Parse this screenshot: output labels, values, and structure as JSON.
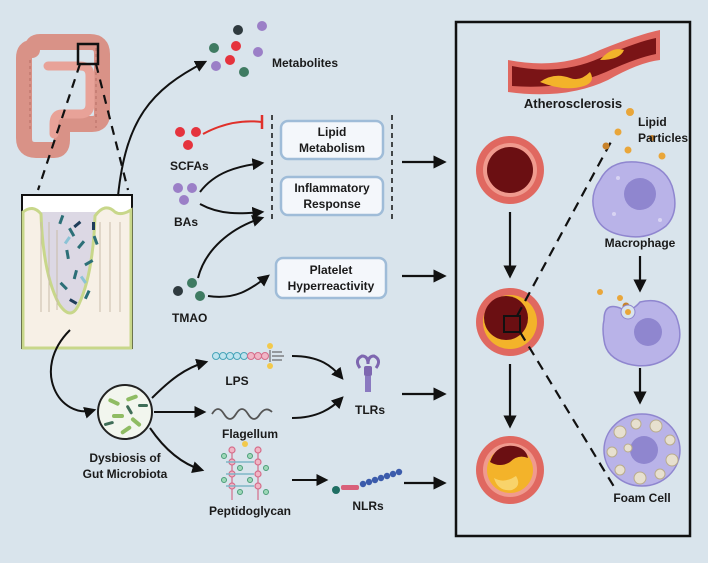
{
  "labels": {
    "metabolites": "Metabolites",
    "scfas": "SCFAs",
    "bas": "BAs",
    "tmao": "TMAO",
    "lipid_metabolism_line1": "Lipid",
    "lipid_metabolism_line2": "Metabolism",
    "inflammatory_response_line1": "Inflammatory",
    "inflammatory_response_line2": "Response",
    "platelet_line1": "Platelet",
    "platelet_line2": "Hyperreactivity",
    "lps": "LPS",
    "flagellum": "Flagellum",
    "peptidoglycan": "Peptidoglycan",
    "tlrs": "TLRs",
    "nlrs": "NLRs",
    "dysbiosis_line1": "Dysbiosis of",
    "dysbiosis_line2": "Gut Microbiota",
    "atherosclerosis": "Atherosclerosis",
    "lipid_particles_line1": "Lipid",
    "lipid_particles_line2": "Particles",
    "macrophage": "Macrophage",
    "foam_cell": "Foam Cell"
  },
  "colors": {
    "background": "#d9e4ec",
    "box_border": "#9fbcd8",
    "box_fill": "#f4f7fb",
    "panel_border": "#111111",
    "vessel_outer": "#e06860",
    "vessel_inner": "#6b0f12",
    "plaque": "#f3b32a",
    "macrophage": "#b9b3e8",
    "inhibit_line": "#e0302a",
    "dot_red": "#e5333d",
    "dot_purple": "#9b7fc7",
    "dot_green": "#3f7b62",
    "dot_dark": "#2f3a3f"
  },
  "icons": [
    "intestine-icon",
    "villus-crosssection-icon",
    "bacteria-culture-icon",
    "lps-molecule-icon",
    "flagellum-icon",
    "peptidoglycan-icon",
    "tlr-receptor-icon",
    "nlr-receptor-icon",
    "artery-plaque-icon",
    "vessel-crosssection-icon",
    "macrophage-icon",
    "foam-cell-icon"
  ]
}
